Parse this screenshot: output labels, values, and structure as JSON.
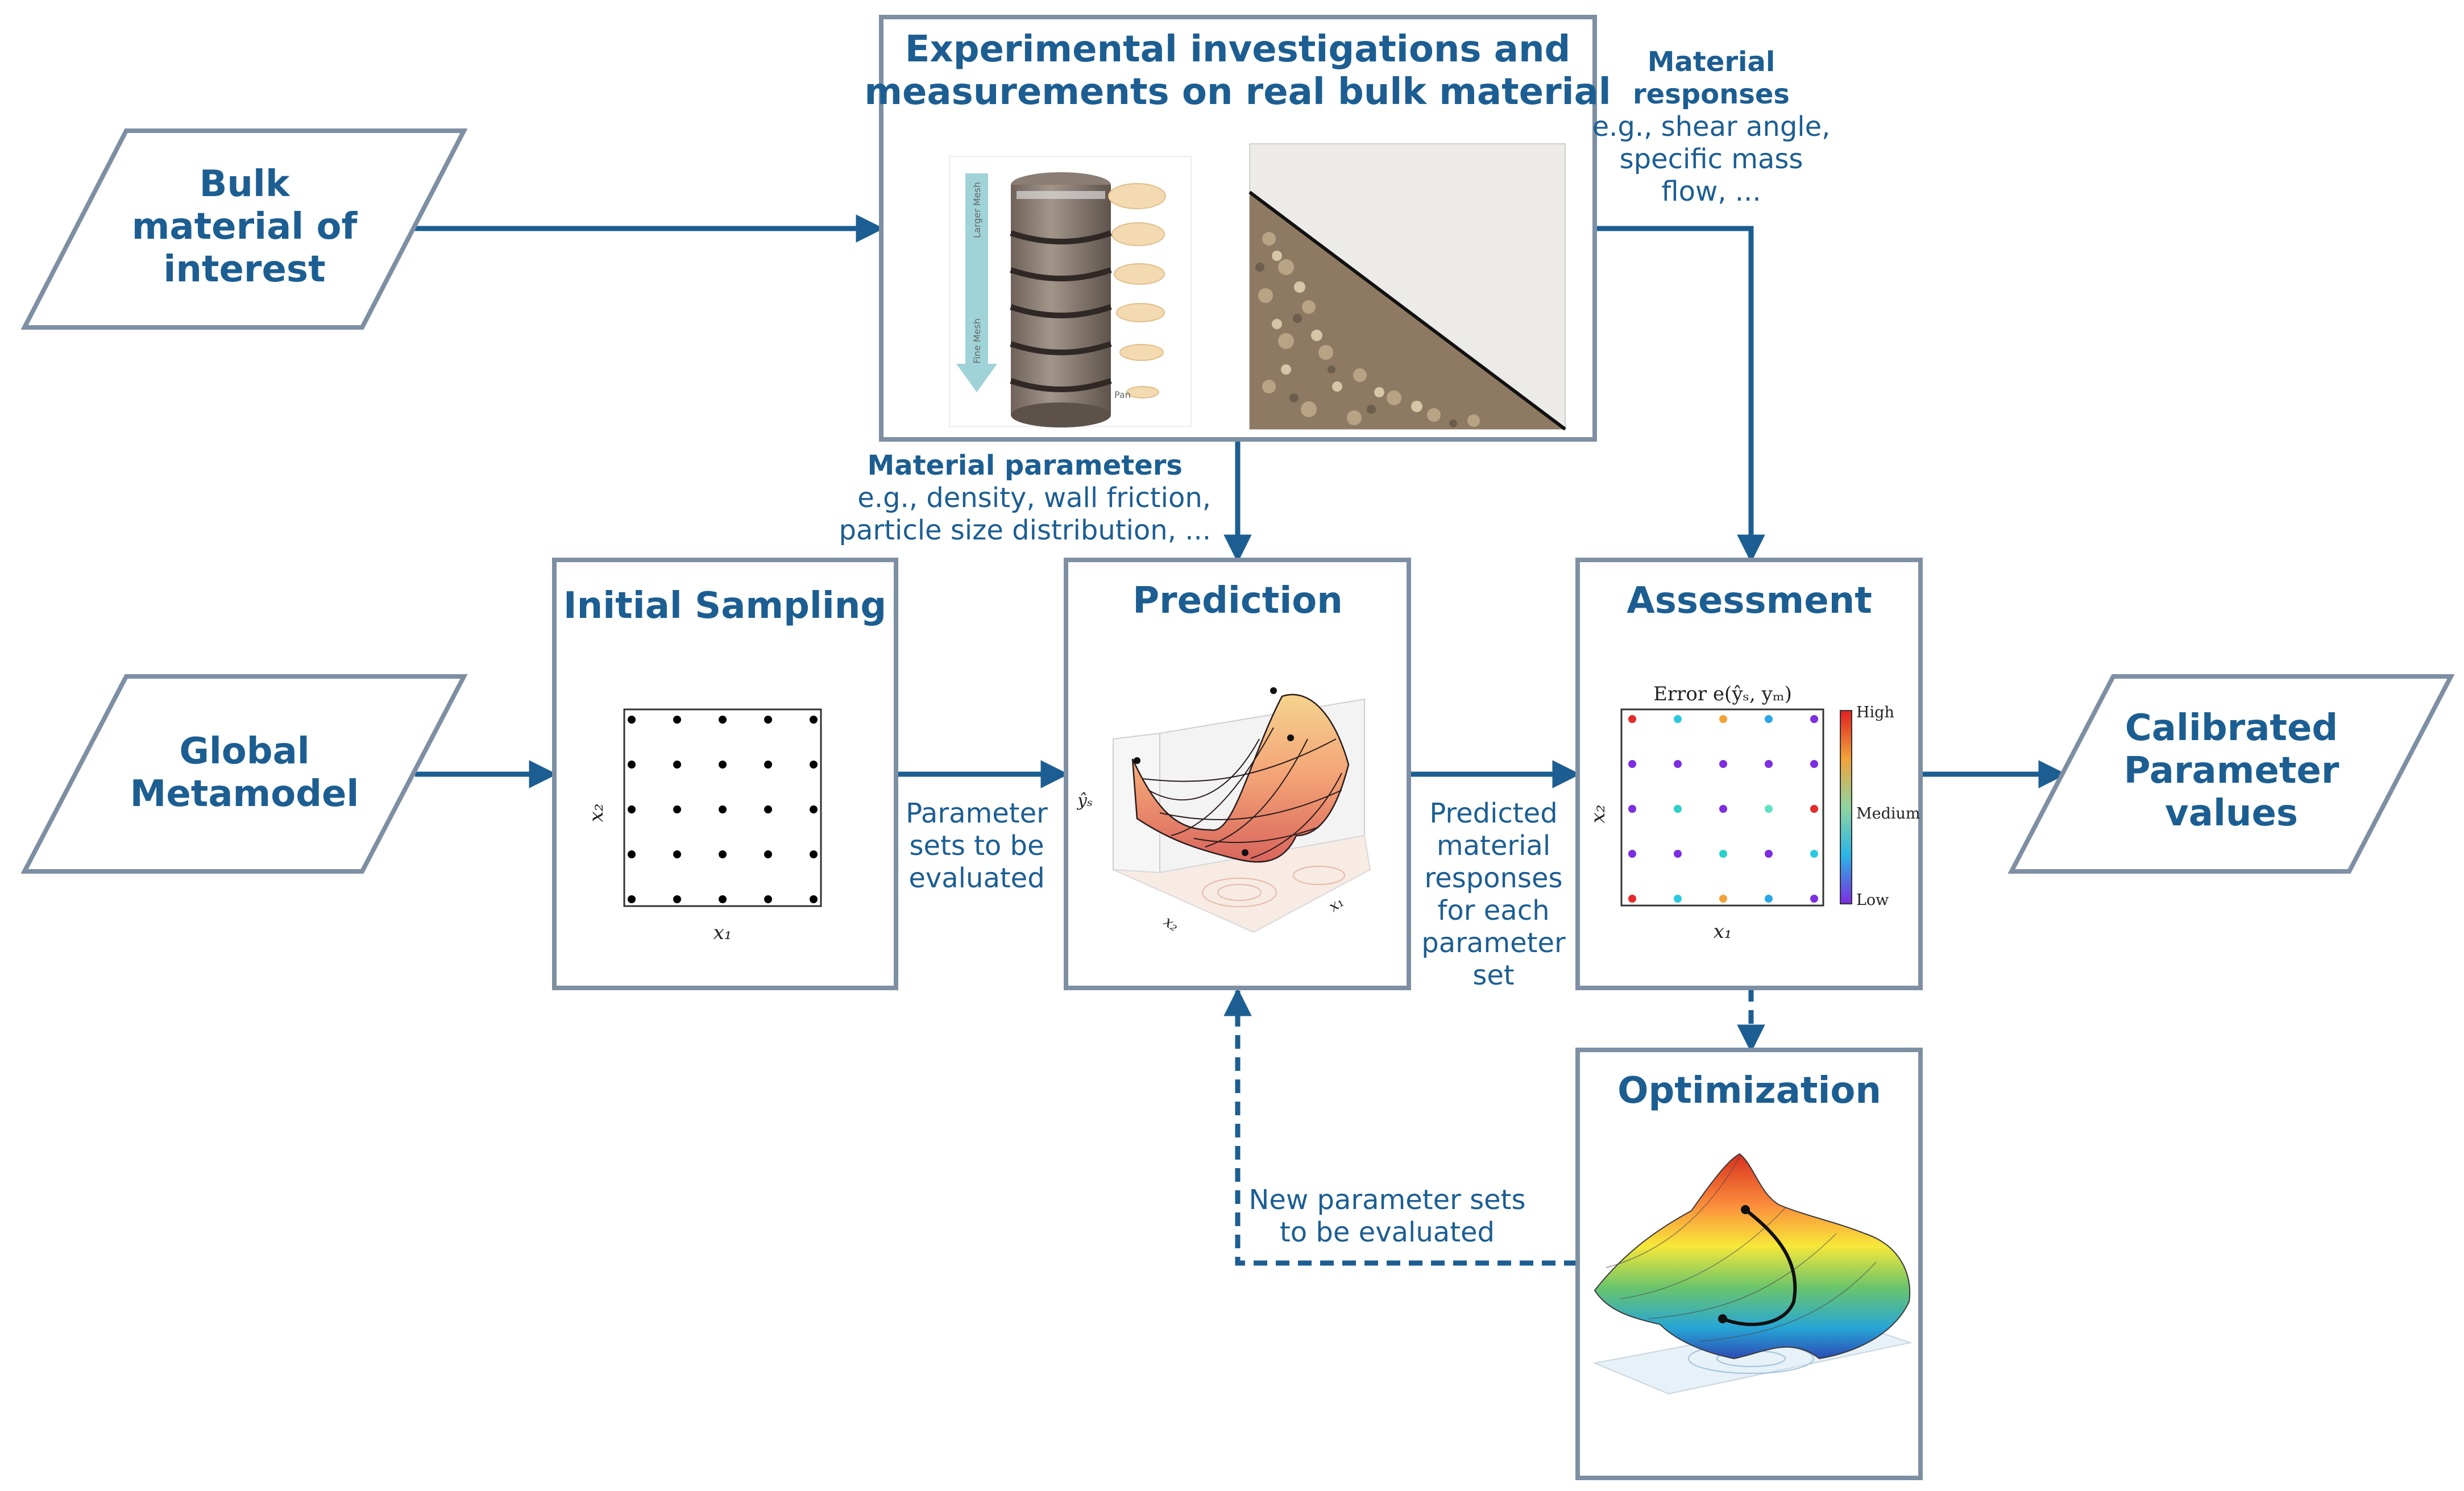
{
  "colors": {
    "accent": "#1c5e92",
    "border": "#7e8fa3"
  },
  "experimental": {
    "title_line1": "Experimental investigations and",
    "title_line2": "measurements on real bulk material",
    "sieve_label_top": "Larger Mesh",
    "sieve_label_bottom": "Fine Mesh",
    "sieve_pan": "Pan"
  },
  "inputs": {
    "bulk": [
      "Bulk",
      "material of",
      "interest"
    ],
    "global": [
      "Global",
      "Metamodel"
    ]
  },
  "material_responses": {
    "title_line1": "Material",
    "title_line2": "responses",
    "lines": [
      "e.g., shear angle,",
      "specific mass",
      "flow, ..."
    ]
  },
  "material_parameters": {
    "title": "Material parameters",
    "lines": [
      "e.g., density, wall friction,",
      "particle size distribution, ..."
    ]
  },
  "initial_sampling": {
    "title": "Initial Sampling",
    "xlabel": "x₁",
    "ylabel": "x₂"
  },
  "prediction": {
    "title": "Prediction",
    "zlabel": "ŷₛ",
    "x1": "x₁",
    "x2": "x₂"
  },
  "assessment": {
    "title": "Assessment",
    "plot_title": "Error e(ŷₛ, yₘ)",
    "xlabel": "x₁",
    "ylabel": "x₂",
    "cbar_high": "High",
    "cbar_medium": "Medium",
    "cbar_low": "Low"
  },
  "optimization": {
    "title": "Optimization"
  },
  "output": [
    "Calibrated",
    "Parameter",
    "values"
  ],
  "edge_labels": {
    "param_sets": [
      "Parameter",
      "sets to be",
      "evaluated"
    ],
    "predicted": [
      "Predicted",
      "material",
      "responses",
      "for each",
      "parameter",
      "set"
    ],
    "new_sets": [
      "New parameter sets",
      "to be evaluated"
    ]
  }
}
